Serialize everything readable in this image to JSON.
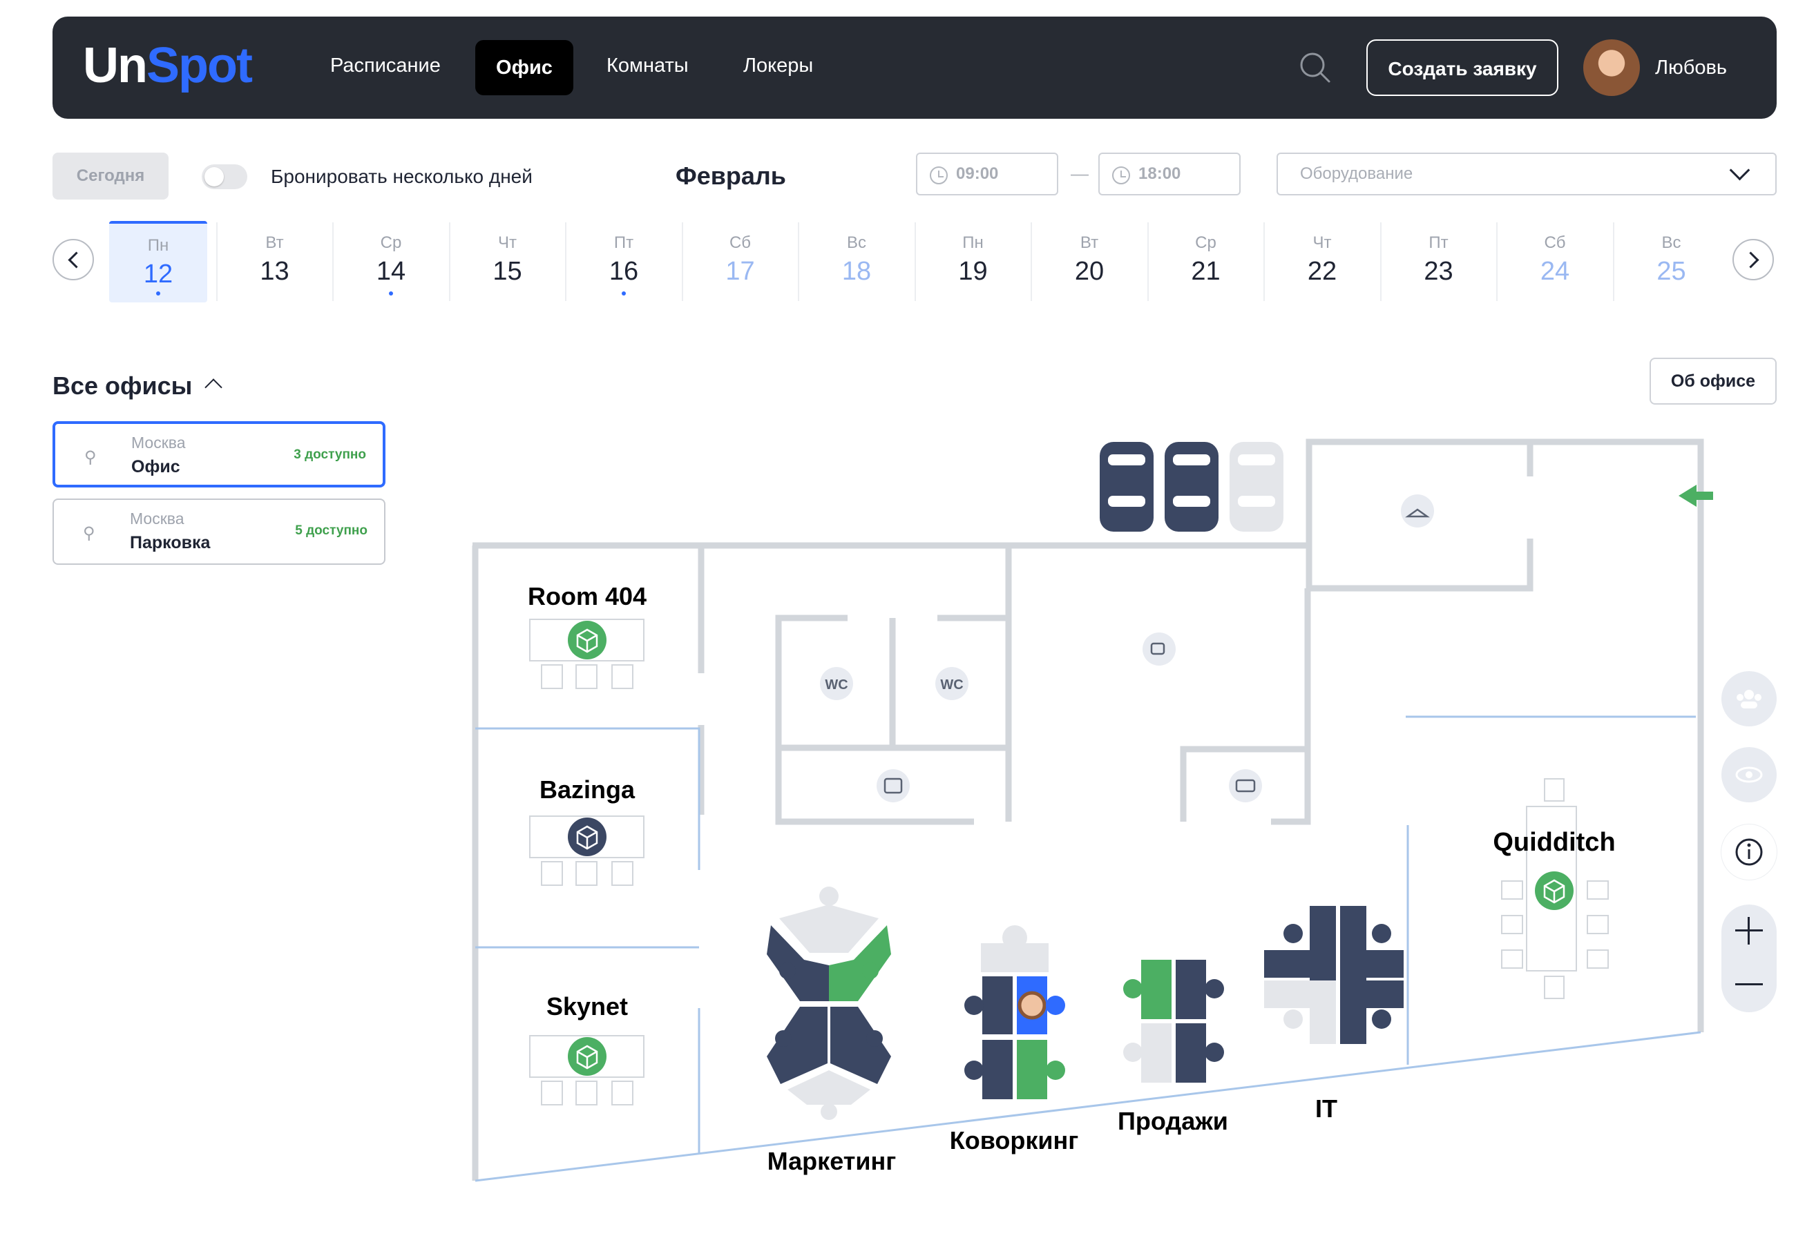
{
  "app": {
    "logo_part1": "Un",
    "logo_part2": "Spot"
  },
  "nav": {
    "items": [
      "Расписание",
      "Офис",
      "Комнаты",
      "Локеры"
    ],
    "active": "Офис"
  },
  "header": {
    "create_button": "Создать заявку",
    "user_name": "Любовь"
  },
  "controls": {
    "today": "Сегодня",
    "multi_days_label": "Бронировать несколько дней",
    "multi_days_enabled": false,
    "month": "Февраль",
    "time_from": "09:00",
    "time_dash": "—",
    "time_to": "18:00",
    "equipment_placeholder": "Оборудование"
  },
  "days": [
    {
      "dow": "Пн",
      "num": "12",
      "selected": true,
      "dot": true,
      "weekend": false
    },
    {
      "dow": "Вт",
      "num": "13",
      "selected": false,
      "dot": false,
      "weekend": false
    },
    {
      "dow": "Ср",
      "num": "14",
      "selected": false,
      "dot": true,
      "weekend": false
    },
    {
      "dow": "Чт",
      "num": "15",
      "selected": false,
      "dot": false,
      "weekend": false
    },
    {
      "dow": "Пт",
      "num": "16",
      "selected": false,
      "dot": true,
      "weekend": false
    },
    {
      "dow": "Сб",
      "num": "17",
      "selected": false,
      "dot": false,
      "weekend": true
    },
    {
      "dow": "Вс",
      "num": "18",
      "selected": false,
      "dot": false,
      "weekend": true
    },
    {
      "dow": "Пн",
      "num": "19",
      "selected": false,
      "dot": false,
      "weekend": false
    },
    {
      "dow": "Вт",
      "num": "20",
      "selected": false,
      "dot": false,
      "weekend": false
    },
    {
      "dow": "Ср",
      "num": "21",
      "selected": false,
      "dot": false,
      "weekend": false
    },
    {
      "dow": "Чт",
      "num": "22",
      "selected": false,
      "dot": false,
      "weekend": false
    },
    {
      "dow": "Пт",
      "num": "23",
      "selected": false,
      "dot": false,
      "weekend": false
    },
    {
      "dow": "Сб",
      "num": "24",
      "selected": false,
      "dot": false,
      "weekend": true
    },
    {
      "dow": "Вс",
      "num": "25",
      "selected": false,
      "dot": false,
      "weekend": true
    }
  ],
  "offices": {
    "heading": "Все офисы",
    "list": [
      {
        "city": "Москва",
        "name": "Офис",
        "available": "3 доступно",
        "active": true
      },
      {
        "city": "Москва",
        "name": "Парковка",
        "available": "5 доступно",
        "active": false
      }
    ],
    "about_button": "Об офисе"
  },
  "map": {
    "rooms": [
      "Room 404",
      "Bazinga",
      "Skynet",
      "Quidditch"
    ],
    "zones": [
      "Маркетинг",
      "Коворкинг",
      "Продажи",
      "IT"
    ],
    "wc_label": "WC"
  },
  "colors": {
    "accent": "#2f6bff",
    "topbar": "#272b33",
    "available": "#4caf63",
    "desk": "#3b4763",
    "wall": "#d2d6db",
    "zone_line": "#a8c6ea"
  }
}
